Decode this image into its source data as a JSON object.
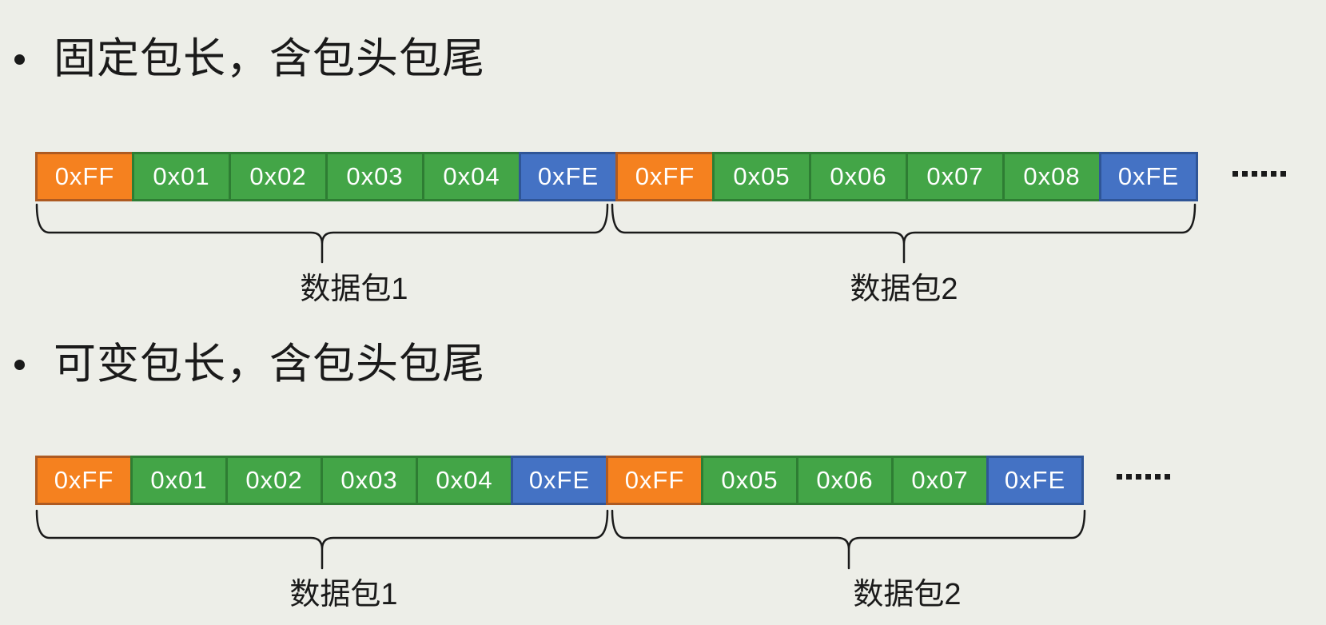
{
  "slide": {
    "colors": {
      "background": "#EDEEE8",
      "header_fill": "#F5811F",
      "header_border": "#AE5A21",
      "data_fill": "#43A547",
      "data_border": "#2E7D33",
      "tail_fill": "#4472C4",
      "tail_border": "#2F5597",
      "cell_text": "#FFFFFF",
      "text": "#1A1A1A"
    },
    "sections": [
      {
        "title": "固定包长，含包头包尾",
        "cells": [
          {
            "label": "0xFF",
            "role": "header"
          },
          {
            "label": "0x01",
            "role": "data"
          },
          {
            "label": "0x02",
            "role": "data"
          },
          {
            "label": "0x03",
            "role": "data"
          },
          {
            "label": "0x04",
            "role": "data"
          },
          {
            "label": "0xFE",
            "role": "tail"
          },
          {
            "label": "0xFF",
            "role": "header"
          },
          {
            "label": "0x05",
            "role": "data"
          },
          {
            "label": "0x06",
            "role": "data"
          },
          {
            "label": "0x07",
            "role": "data"
          },
          {
            "label": "0x08",
            "role": "data"
          },
          {
            "label": "0xFE",
            "role": "tail"
          }
        ],
        "ellipsis": "……",
        "packets": [
          {
            "label": "数据包1"
          },
          {
            "label": "数据包2"
          }
        ]
      },
      {
        "title": "可变包长，含包头包尾",
        "cells": [
          {
            "label": "0xFF",
            "role": "header"
          },
          {
            "label": "0x01",
            "role": "data"
          },
          {
            "label": "0x02",
            "role": "data"
          },
          {
            "label": "0x03",
            "role": "data"
          },
          {
            "label": "0x04",
            "role": "data"
          },
          {
            "label": "0xFE",
            "role": "tail"
          },
          {
            "label": "0xFF",
            "role": "header"
          },
          {
            "label": "0x05",
            "role": "data"
          },
          {
            "label": "0x06",
            "role": "data"
          },
          {
            "label": "0x07",
            "role": "data"
          },
          {
            "label": "0xFE",
            "role": "tail"
          }
        ],
        "ellipsis": "……",
        "packets": [
          {
            "label": "数据包1"
          },
          {
            "label": "数据包2"
          }
        ]
      }
    ]
  }
}
